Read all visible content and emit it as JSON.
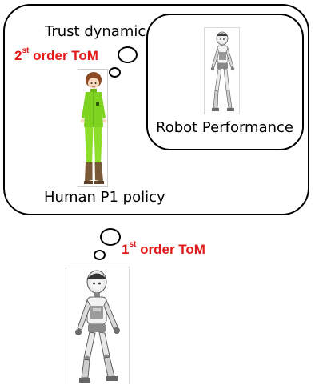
{
  "labels": {
    "trust_dynamic": "Trust dynamic",
    "robot_performance": "Robot Performance",
    "human_policy": "Human P1 policy"
  },
  "tom": {
    "second": {
      "num": "2",
      "suffix": "st",
      "text": "order ToM"
    },
    "first": {
      "num": "1",
      "suffix": "st",
      "text": "order ToM"
    }
  },
  "colors": {
    "accent_red": "#e31a1a",
    "outline": "#000000",
    "suit_green": "#7ed321"
  },
  "figures": {
    "human": "child-character-green-suit",
    "robot_small": "humanoid-robot-walking",
    "robot_large": "humanoid-robot-walking"
  }
}
